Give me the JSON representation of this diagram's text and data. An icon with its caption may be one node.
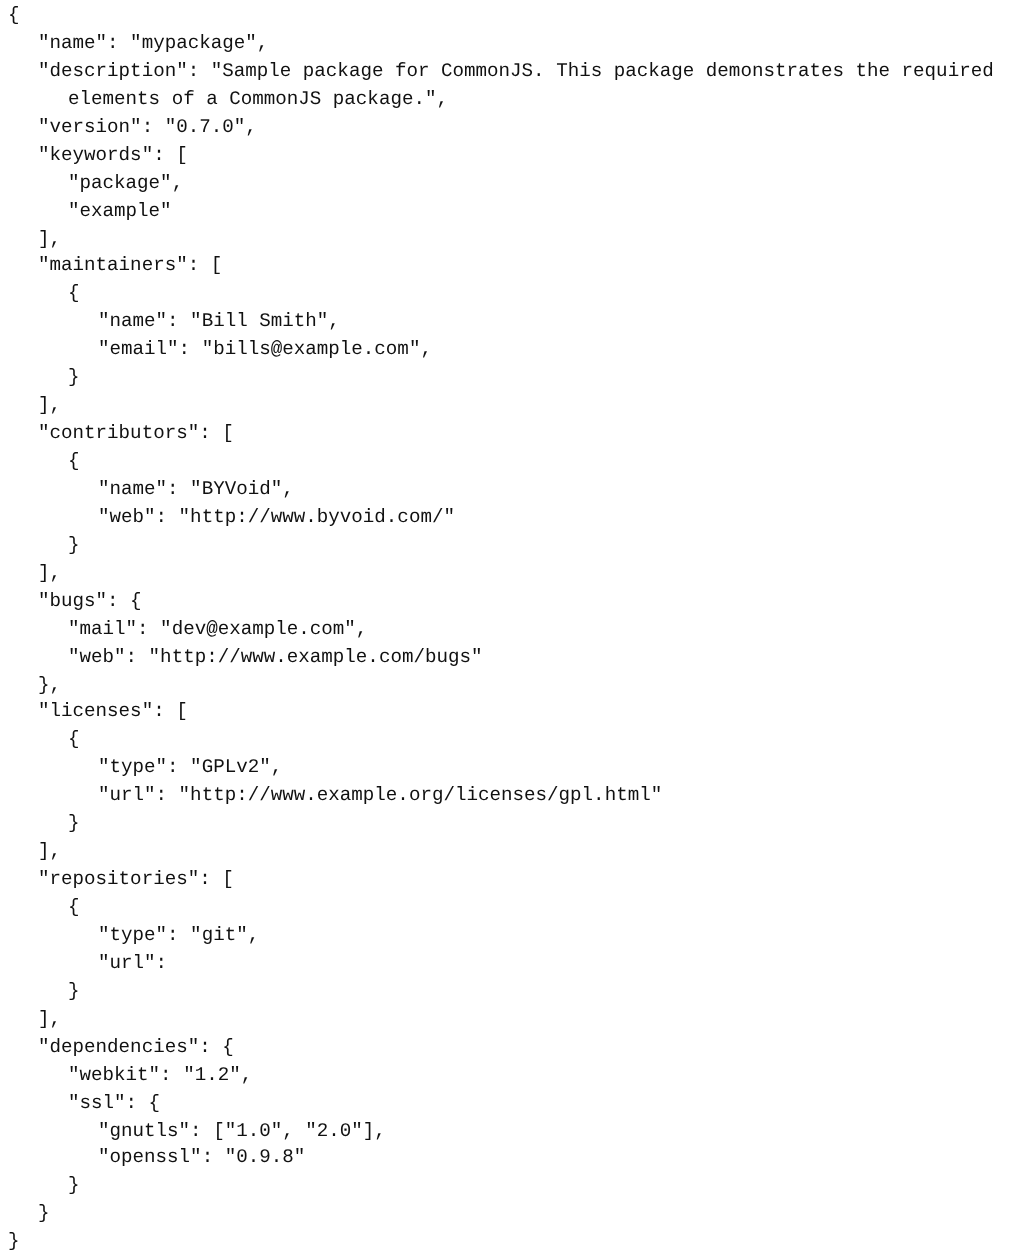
{
  "diagram": {
    "labels": [
      "{",
      "\"name\": \"mypackage\",",
      "\"description\": \"Sample package for CommonJS. This package demonstrates the required elements of a CommonJS package.\",",
      "\"version\": \"0.7.0\",",
      "\"keywords\": [",
      "\"package\",",
      "\"example\"",
      "],",
      "\"maintainers\": [",
      "{",
      "\"name\": \"Bill Smith\",",
      "\"email\": \"bills@example.com\",",
      "}",
      "],",
      "\"contributors\": [",
      "{",
      "\"name\": \"BYVoid\",",
      "\"web\": \"http://www.byvoid.com/\"",
      "}",
      "],",
      "\"bugs\": {",
      "\"mail\": \"dev@example.com\",",
      "\"web\": \"http://www.example.com/bugs\"",
      "},",
      "\"licenses\": [",
      "{",
      "\"type\": \"GPLv2\",",
      "\"url\": \"http://www.example.org/licenses/gpl.html\"",
      "}",
      "],",
      "\"repositories\": [",
      "{",
      "\"type\": \"git\",",
      "\"url\":",
      "}",
      "],",
      "\"dependencies\": {",
      "\"webkit\": \"1.2\",",
      "\"ssl\": {",
      "\"gnutls\": [\"1.0\", \"2.0\"],",
      "\"openssl\": \"0.9.8\"",
      "}",
      "}",
      "}"
    ]
  }
}
